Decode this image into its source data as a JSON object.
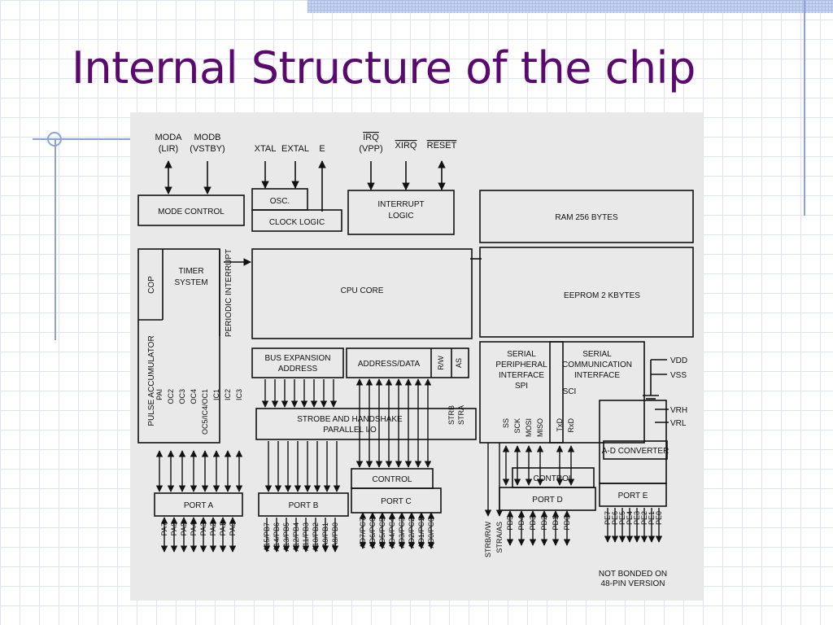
{
  "slide": {
    "title": "Internal Structure of the chip"
  },
  "diagram": {
    "top_signals": {
      "moda": "MODA",
      "moda_sub": "(LIR)",
      "modb": "MODB",
      "modb_sub": "(VSTBY)",
      "xtal": "XTAL",
      "extal": "EXTAL",
      "e": "E",
      "irq": "IRQ",
      "irq_sub": "(VPP)",
      "xirq": "XIRQ",
      "reset": "RESET"
    },
    "blocks": {
      "osc": "OSC.",
      "clock_logic": "CLOCK LOGIC",
      "mode_control": "MODE CONTROL",
      "interrupt_logic": [
        "INTERRUPT",
        "LOGIC"
      ],
      "ram": "RAM 256 BYTES",
      "timer_system": [
        "TIMER",
        "SYSTEM"
      ],
      "cop": "COP",
      "periodic_interrupt": "PERIODIC INTERRUPT",
      "pulse_accumulator": "PULSE ACCUMULATOR",
      "cpu_core": "CPU CORE",
      "eeprom": "EEPROM 2 KBYTES",
      "bus_expansion": [
        "BUS EXPANSION",
        "ADDRESS"
      ],
      "address_data": "ADDRESS/DATA",
      "rw": "R/W",
      "as": "AS",
      "spi": [
        "SERIAL",
        "PERIPHERAL",
        "INTERFACE",
        "SPI"
      ],
      "sci": [
        "SERIAL",
        "COMMUNICATION",
        "INTERFACE"
      ],
      "sci_short": "SCI",
      "strobe": [
        "STROBE AND HANDSHAKE",
        "PARALLEL I/O"
      ],
      "strb": "STRB",
      "stra": "STRA",
      "control_c": "CONTROL",
      "control_d": "CONTROL",
      "ad_converter": "A-D CONVERTER",
      "port_a": "PORT A",
      "port_b": "PORT B",
      "port_c": "PORT C",
      "port_d": "PORT D",
      "port_e": "PORT E"
    },
    "supply": {
      "vdd": "VDD",
      "vss": "VSS",
      "vrh": "VRH",
      "vrl": "VRL"
    },
    "timer_pins": [
      "PAI",
      "OC2",
      "OC3",
      "OC4",
      "OC5/IC4/OC1",
      "IC1",
      "IC2",
      "IC3"
    ],
    "spi_pins": [
      "SS",
      "SCK",
      "MOSI",
      "MISO"
    ],
    "sci_pins": [
      "TxD",
      "RxD"
    ],
    "port_a_pins": [
      "PA7",
      "PA6",
      "PA5",
      "PA4",
      "PA3",
      "PA2",
      "PA1",
      "PA0"
    ],
    "port_b_pins": [
      "A15/PB7",
      "A14/PB6",
      "A13/PB5",
      "A12/PB4",
      "A11/PB3",
      "A10/PB2",
      "A9/PB1",
      "A8/PB0"
    ],
    "port_c_pins": [
      "AD7/PC7",
      "AD6/PC6",
      "AD5/PC5",
      "AD4/PC4",
      "AD3/PC3",
      "AD2/PC2",
      "AD1/PC1",
      "AD0/PC0"
    ],
    "strobe_pins": [
      "STRB/R/W",
      "STRA/AS"
    ],
    "port_d_pins": [
      "PD5",
      "PD4",
      "PD3",
      "PD2",
      "PD1",
      "PD0"
    ],
    "port_e_pins": [
      "PE7",
      "PE6",
      "PE5",
      "PE4",
      "PE3",
      "PE2",
      "PE1",
      "PE0"
    ],
    "footnote": [
      "NOT BONDED ON",
      "48-PIN VERSION"
    ]
  }
}
